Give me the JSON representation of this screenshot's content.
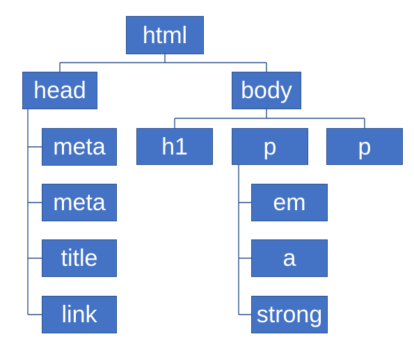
{
  "colors": {
    "node_fill": "#4472c4",
    "node_border": "#2f528f",
    "node_text": "#ffffff",
    "connector": "#2f528f",
    "background": "#ffffff"
  },
  "tree": {
    "root": "html",
    "head": {
      "label": "head",
      "children": [
        "meta",
        "meta",
        "title",
        "link"
      ]
    },
    "body": {
      "label": "body",
      "children": [
        "h1",
        "p",
        "p"
      ],
      "p_children": [
        "em",
        "a",
        "strong"
      ]
    }
  }
}
